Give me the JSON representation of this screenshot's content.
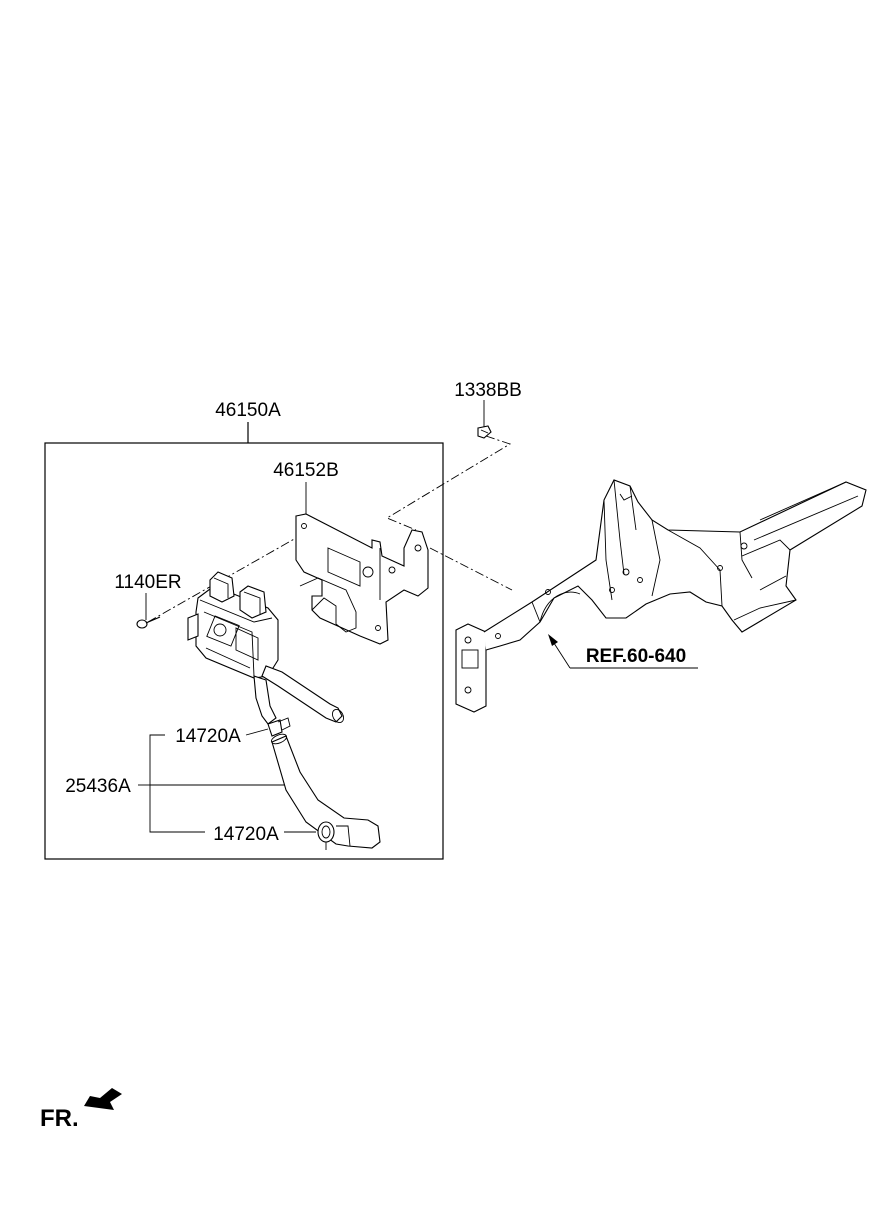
{
  "diagram": {
    "labels": {
      "assembly": "46150A",
      "bracket": "46152B",
      "nut": "1338BB",
      "bolt": "1140ER",
      "clamp_upper": "14720A",
      "hose": "25436A",
      "clamp_lower": "14720A",
      "reference": "REF.60-640",
      "front_marker": "FR."
    },
    "colors": {
      "ink": "#000000",
      "background": "#ffffff"
    }
  }
}
